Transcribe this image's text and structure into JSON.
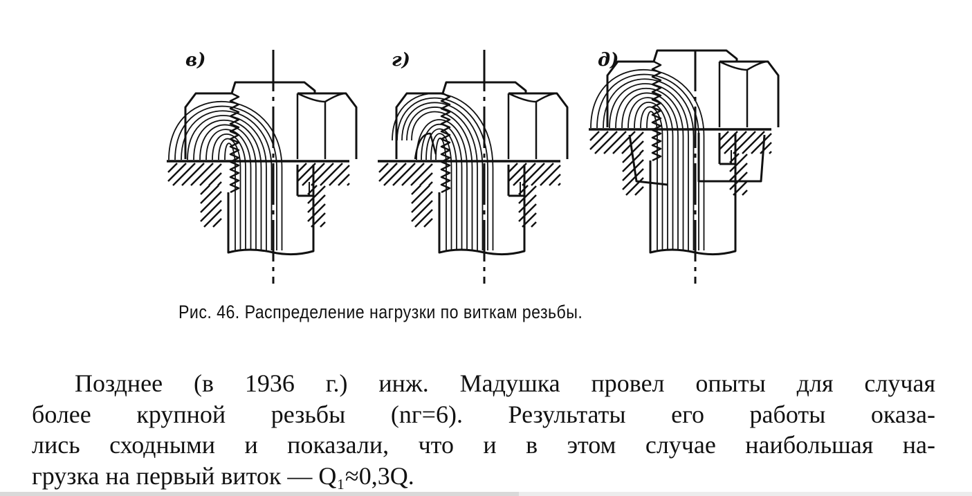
{
  "figure": {
    "labels": [
      "в)",
      "г)",
      "д)"
    ],
    "caption": "Рис. 46. Распределение нагрузки по виткам резьбы."
  },
  "body": {
    "lines": [
      "Позднее (в 1936 г.) инж. Мадушка провел опыты для случая",
      "более крупной резьбы (nг=6). Результаты его работы оказа-",
      "лись сходными и показали, что и в этом случае наибольшая на-",
      "грузка на первый виток — Q₁≈0,3Q."
    ]
  }
}
